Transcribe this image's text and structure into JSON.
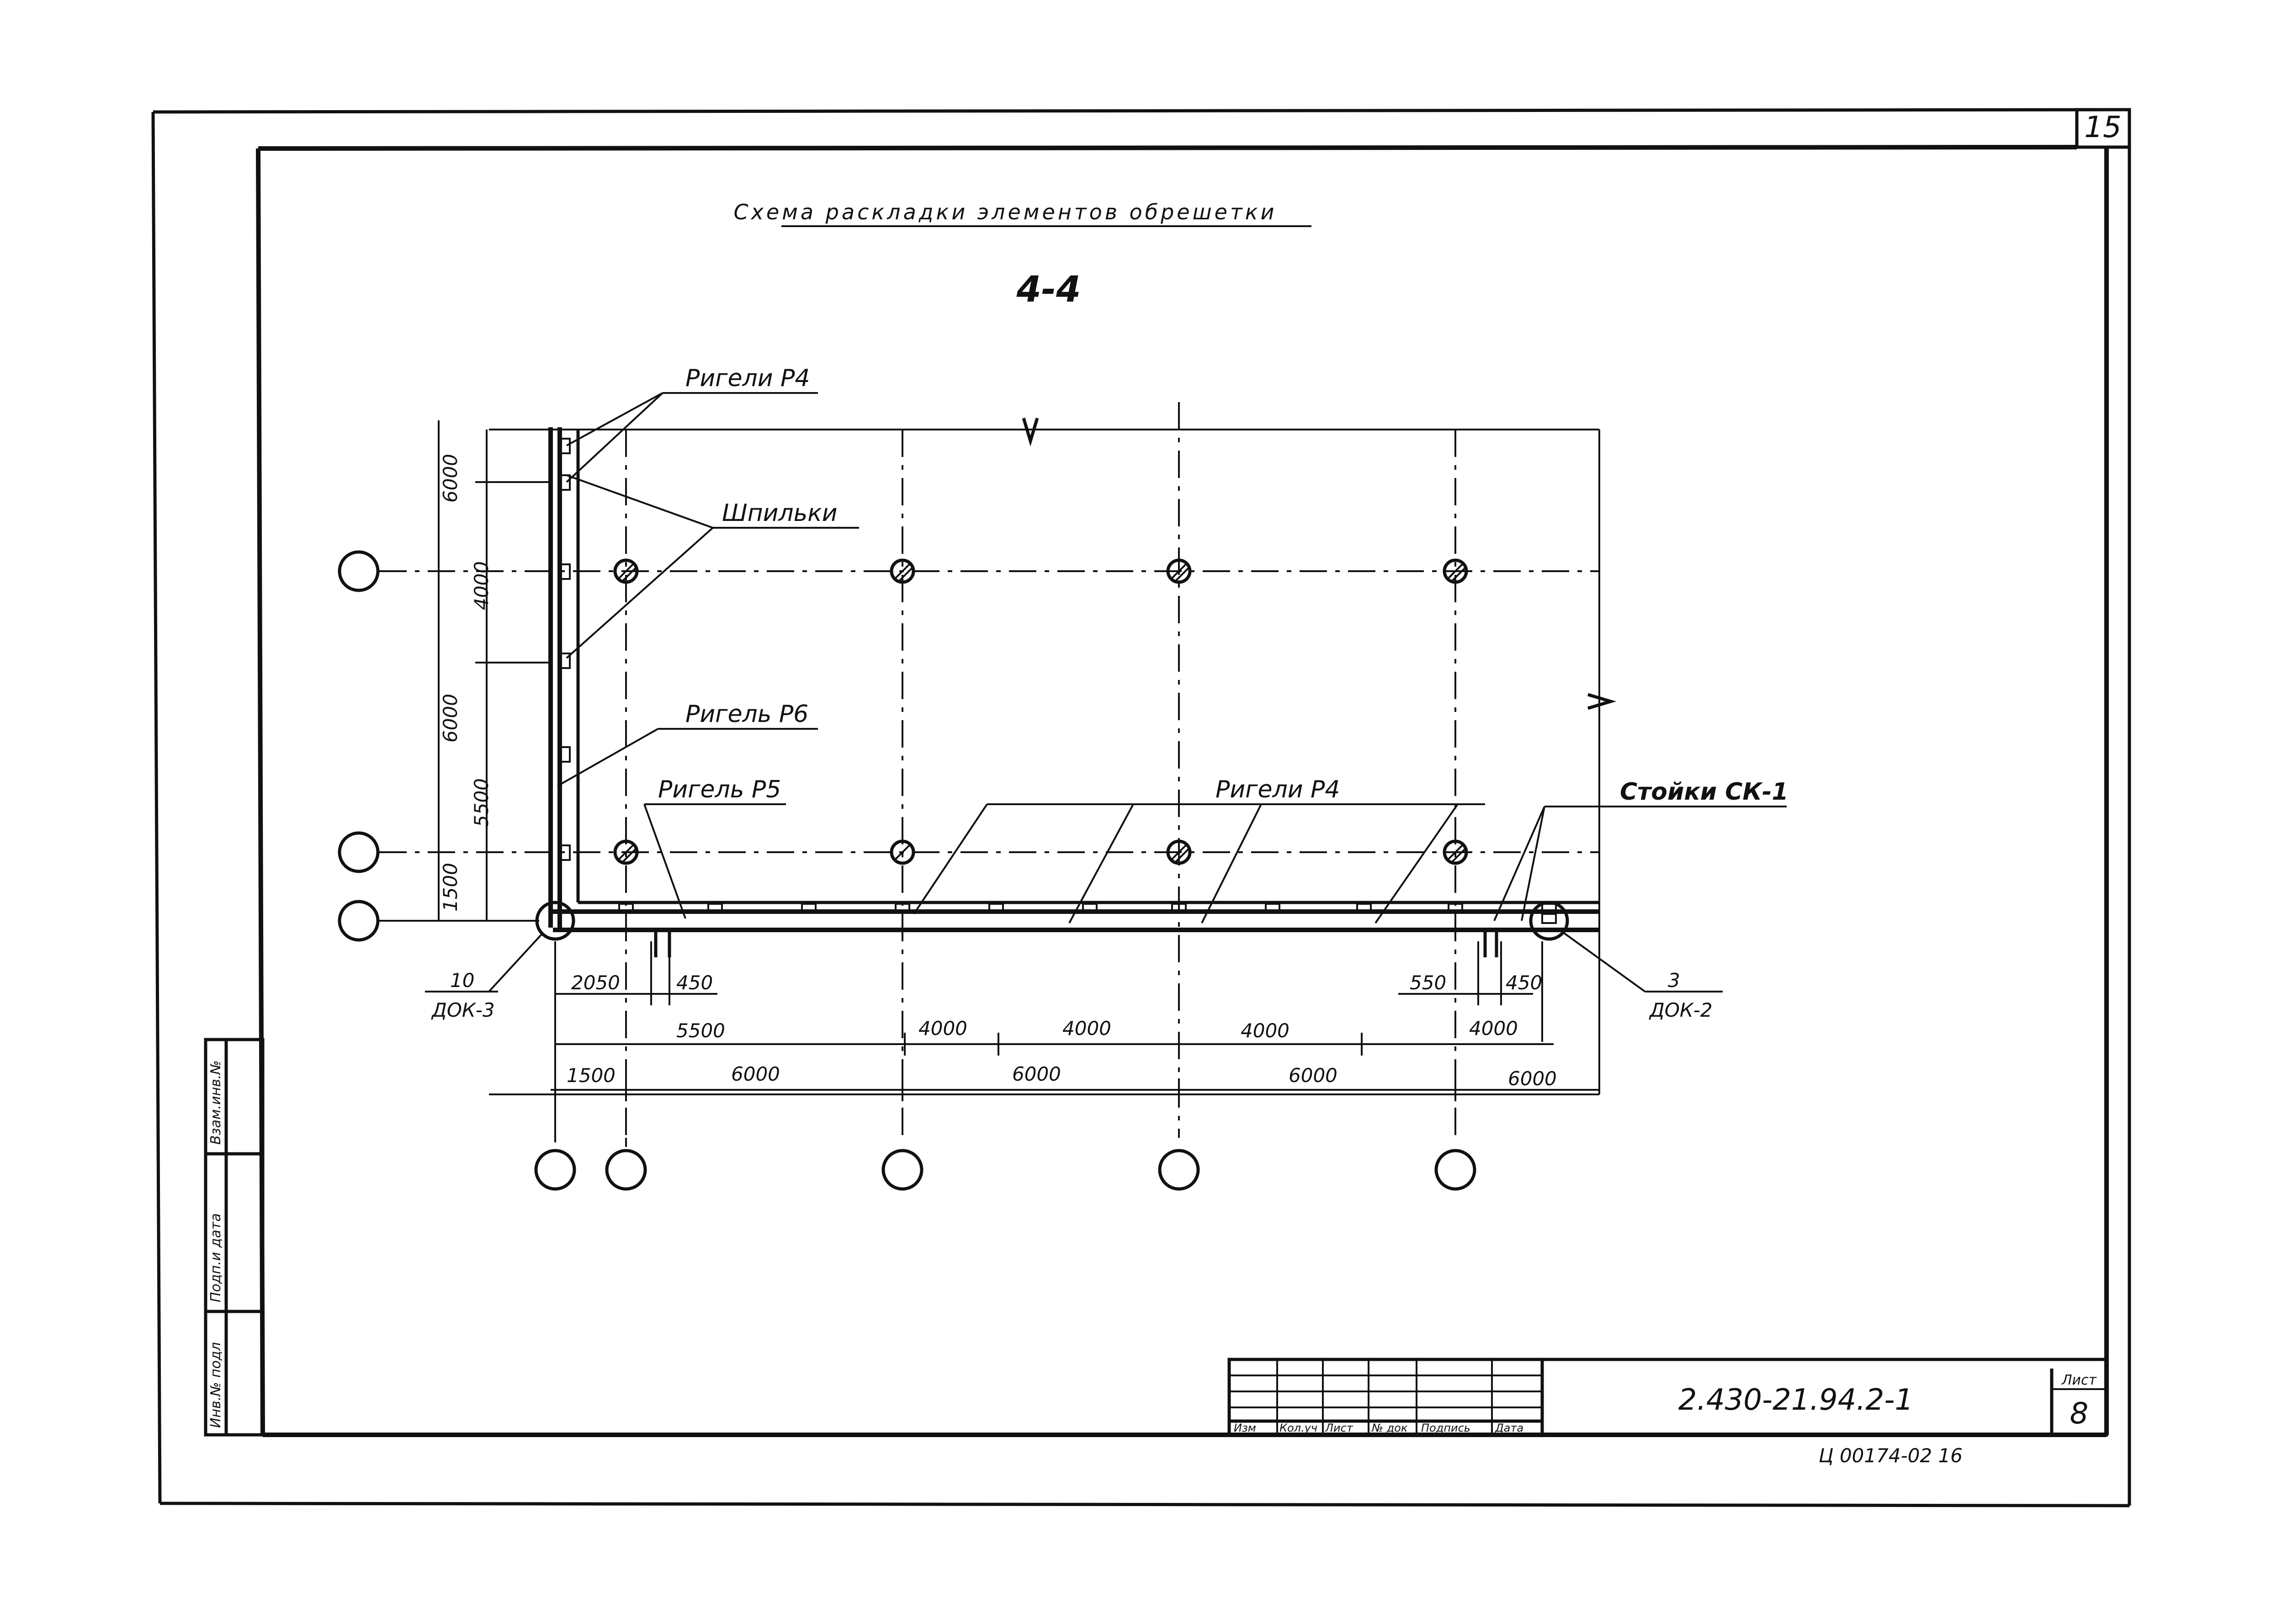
{
  "sheet": {
    "corner_number": "15",
    "title": "Схема раскладки элементов обрешетки",
    "section": "4-4",
    "document_code": "2.430-21.94.2-1",
    "list_label": "Лист",
    "list_number": "8",
    "inventory": "Ц 00174-02  16"
  },
  "labels": {
    "rigeli_p4_top": "Ригели Р4",
    "shpilki": "Шпильки",
    "rigel_p6": "Ригель Р6",
    "rigel_p5": "Ригель Р5",
    "rigeli_p4_mid": "Ригели Р4",
    "stoiki": "Стойки СК-1",
    "node_left_num": "10",
    "node_left_ref": "ДОК-3",
    "node_right_num": "3",
    "node_right_ref": "ДОК-2"
  },
  "dimensions": {
    "vertical": [
      "6000",
      "4000",
      "6000",
      "5500",
      "1500"
    ],
    "row1": [
      "2050",
      "450",
      "550",
      "450"
    ],
    "row2": [
      "5500",
      "4000",
      "4000",
      "4000",
      "4000"
    ],
    "row3": [
      "1500",
      "6000",
      "6000",
      "6000",
      "6000"
    ]
  },
  "title_block": {
    "columns": [
      "Изм",
      "Кол.уч",
      "Лист",
      "№ док",
      "Подпись",
      "Дата"
    ]
  },
  "side_stamp": {
    "fields": [
      "Взам.инв.№",
      "Подп.и дата",
      "Инв.№ подл"
    ]
  }
}
